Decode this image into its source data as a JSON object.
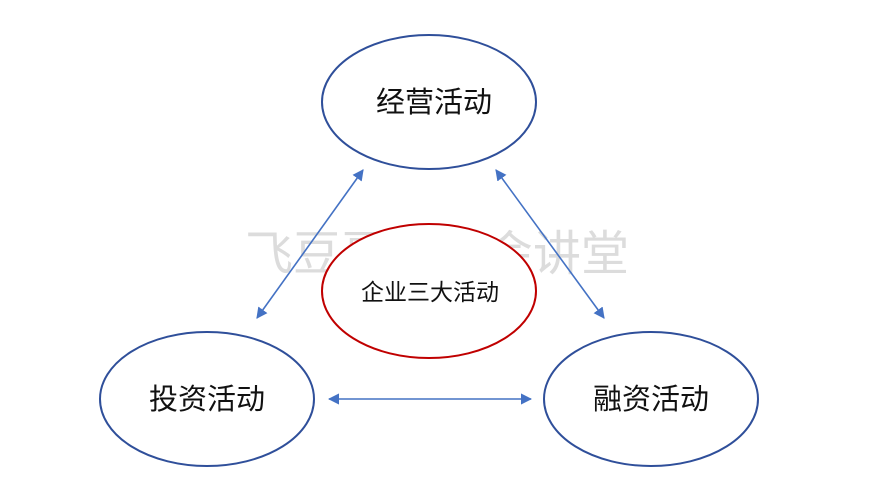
{
  "watermark": "飞豆哥的财会讲堂",
  "nodes": {
    "center": {
      "label": "企业三大活动",
      "stroke": "#c00000"
    },
    "operating": {
      "label": "经营活动",
      "stroke": "#2f4f9a"
    },
    "investing": {
      "label": "投资活动",
      "stroke": "#2f4f9a"
    },
    "financing": {
      "label": "融资活动",
      "stroke": "#2f4f9a"
    }
  },
  "arrow_color": "#4472c4"
}
